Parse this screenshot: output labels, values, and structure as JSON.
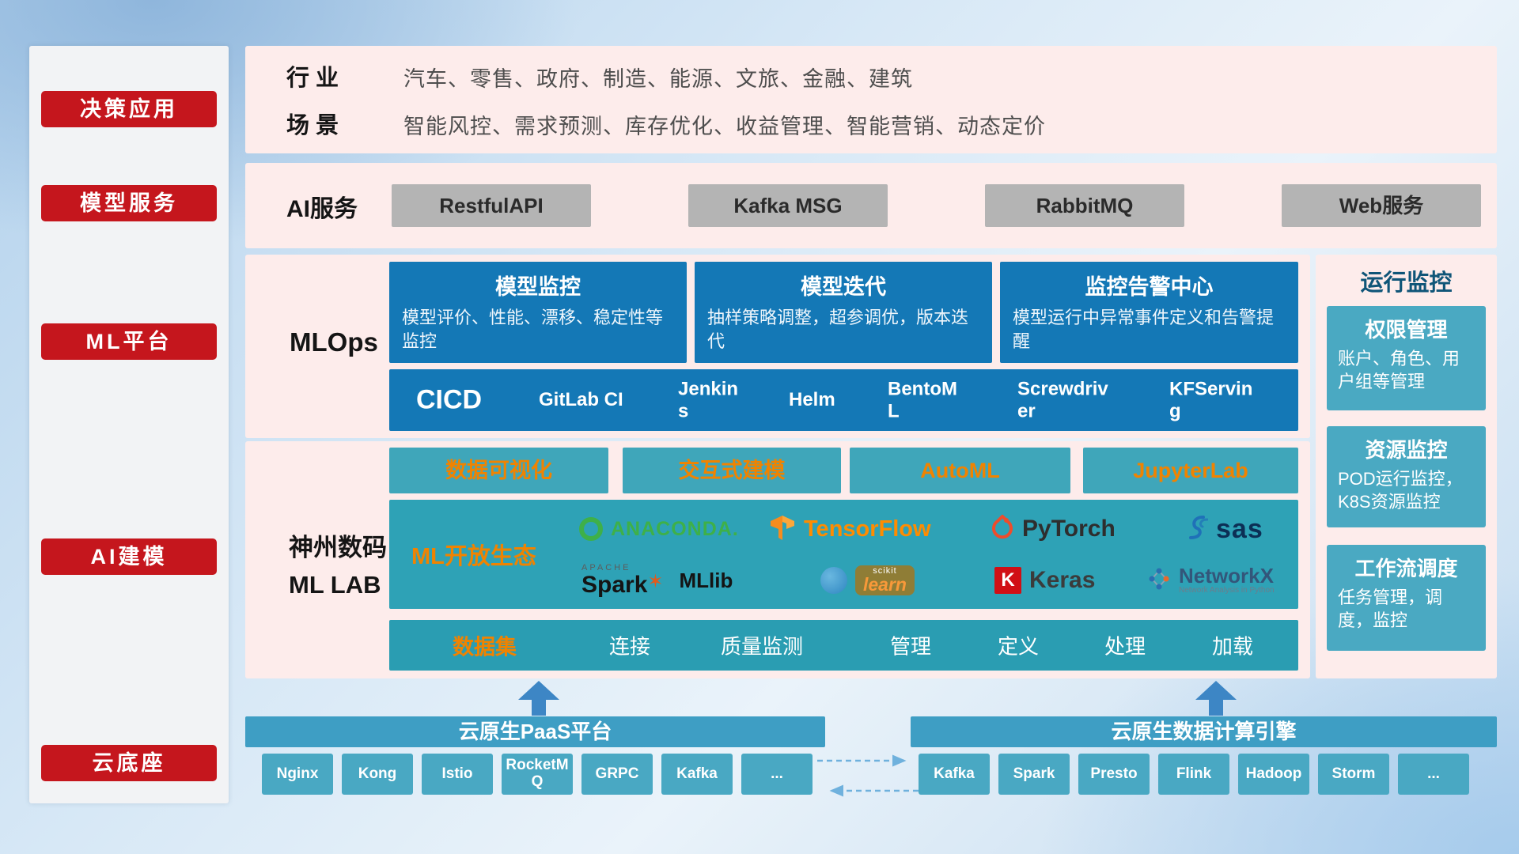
{
  "sidebar": {
    "items": [
      {
        "label": "决策应用"
      },
      {
        "label": "模型服务"
      },
      {
        "label": "ML平台"
      },
      {
        "label": "AI建模"
      },
      {
        "label": "云底座"
      }
    ]
  },
  "industry_row": {
    "industry_label": "行业",
    "industry_text": "汽车、零售、政府、制造、能源、文旅、金融、建筑",
    "scene_label": "场景",
    "scene_text": "智能风控、需求预测、库存优化、收益管理、智能营销、动态定价"
  },
  "ai_service_row": {
    "label": "AI服务",
    "services": [
      {
        "label": "RestfulAPI"
      },
      {
        "label": "Kafka MSG"
      },
      {
        "label": "RabbitMQ"
      },
      {
        "label": "Web服务"
      }
    ]
  },
  "mlops": {
    "label": "MLOps",
    "cards": [
      {
        "title": "模型监控",
        "desc": "模型评价、性能、漂移、稳定性等监控"
      },
      {
        "title": "模型迭代",
        "desc": "抽样策略调整，超参调优，版本迭代"
      },
      {
        "title": "监控告警中心",
        "desc": "模型运行中异常事件定义和告警提醒"
      }
    ],
    "cicd": {
      "label": "CICD",
      "tools": [
        {
          "label": "GitLab CI"
        },
        {
          "label": "Jenkins"
        },
        {
          "label": "Helm"
        },
        {
          "label": "BentoML"
        },
        {
          "label": "Screwdriver"
        },
        {
          "label": "KFServing"
        }
      ]
    }
  },
  "monitor_column": {
    "title": "运行监控",
    "cards": [
      {
        "title": "权限管理",
        "desc": "账户、角色、用户组等管理"
      },
      {
        "title": "资源监控",
        "desc": "POD运行监控，K8S资源监控"
      },
      {
        "title": "工作流调度",
        "desc": "任务管理，调度，监控"
      }
    ]
  },
  "mllab": {
    "label_line1": "神州数码",
    "label_line2": "ML LAB",
    "top_buttons": [
      {
        "label": "数据可视化"
      },
      {
        "label": "交互式建模"
      },
      {
        "label": "AutoML"
      },
      {
        "label": "JupyterLab"
      }
    ],
    "ecosystem": {
      "label": "ML开放生态",
      "logos": [
        {
          "name": "Anaconda",
          "text": "ANACONDA."
        },
        {
          "name": "TensorFlow",
          "text": "TensorFlow"
        },
        {
          "name": "PyTorch",
          "text": "PyTorch"
        },
        {
          "name": "SAS",
          "text": "sas"
        },
        {
          "name": "Apache Spark MLlib",
          "super": "APACHE",
          "text": "Spark",
          "star": "✶",
          "suffix": "MLlib"
        },
        {
          "name": "scikit-learn",
          "super": "scikit",
          "text": "learn"
        },
        {
          "name": "Keras",
          "icon_letter": "K",
          "text": "Keras"
        },
        {
          "name": "NetworkX",
          "text": "NetworkX",
          "subtitle": "Network Analysis in Python"
        }
      ]
    },
    "data_row": {
      "items": [
        {
          "label": "数据集"
        },
        {
          "label": "连接"
        },
        {
          "label": "质量监测"
        },
        {
          "label": "管理"
        },
        {
          "label": "定义"
        },
        {
          "label": "处理"
        },
        {
          "label": "加载"
        }
      ]
    }
  },
  "foundation": {
    "paas": {
      "title": "云原生PaaS平台",
      "items": [
        {
          "label": "Nginx"
        },
        {
          "label": "Kong"
        },
        {
          "label": "Istio"
        },
        {
          "label": "RocketMQ"
        },
        {
          "label": "GRPC"
        },
        {
          "label": "Kafka"
        },
        {
          "label": "..."
        }
      ]
    },
    "data_engine": {
      "title": "云原生数据计算引擎",
      "items": [
        {
          "label": "Kafka"
        },
        {
          "label": "Spark"
        },
        {
          "label": "Presto"
        },
        {
          "label": "Flink"
        },
        {
          "label": "Hadoop"
        },
        {
          "label": "Storm"
        },
        {
          "label": "..."
        }
      ]
    }
  },
  "colors": {
    "red_accent": "#c5161d",
    "panel_pink": "#fdeceb",
    "blue_card": "#1478b6",
    "teal": "#3fa6ba",
    "orange_text": "#f08300",
    "bar_blue": "#3e9ec4",
    "arrow_blue": "#3d86c5"
  }
}
